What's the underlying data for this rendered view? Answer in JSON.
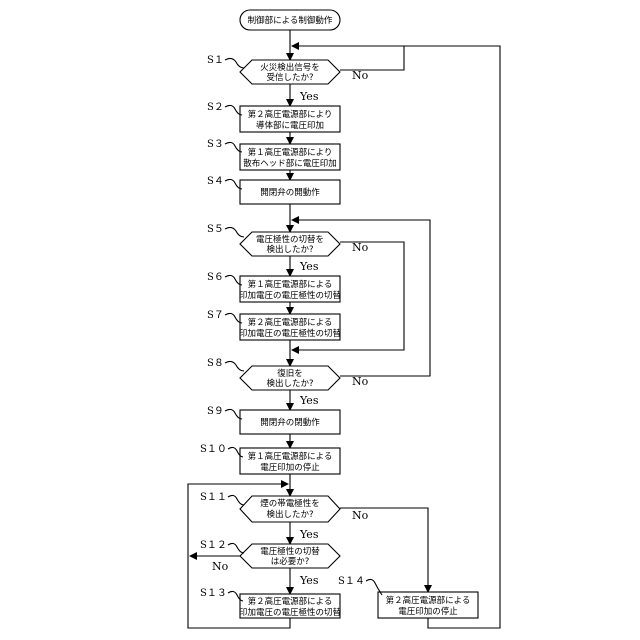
{
  "start": "制御部による制御動作",
  "steps": [
    {
      "id": "S1",
      "label": "S１",
      "line1": "火災検出信号を",
      "line2": "受信したか?"
    },
    {
      "id": "S2",
      "label": "S２",
      "line1": "第２高圧電源部により",
      "line2": "導体部に電圧印加"
    },
    {
      "id": "S3",
      "label": "S３",
      "line1": "第１高圧電源部により",
      "line2": "散布ヘッド部に電圧印加"
    },
    {
      "id": "S4",
      "label": "S４",
      "line1": "開閉弁の開動作",
      "line2": ""
    },
    {
      "id": "S5",
      "label": "S５",
      "line1": "電圧極性の切替を",
      "line2": "検出したか?"
    },
    {
      "id": "S6",
      "label": "S６",
      "line1": "第１高圧電源部による",
      "line2": "印加電圧の電圧極性の切替"
    },
    {
      "id": "S7",
      "label": "S７",
      "line1": "第２高圧電源部による",
      "line2": "印加電圧の電圧極性の切替"
    },
    {
      "id": "S8",
      "label": "S８",
      "line1": "復旧を",
      "line2": "検出したか?"
    },
    {
      "id": "S9",
      "label": "S９",
      "line1": "開閉弁の閉動作",
      "line2": ""
    },
    {
      "id": "S10",
      "label": "S１０",
      "line1": "第１高圧電源部による",
      "line2": "電圧印加の停止"
    },
    {
      "id": "S11",
      "label": "S１１",
      "line1": "煙の帯電極性を",
      "line2": "検出したか?"
    },
    {
      "id": "S12",
      "label": "S１２",
      "line1": "電圧極性の切替",
      "line2": "は必要か?"
    },
    {
      "id": "S13",
      "label": "S１３",
      "line1": "第２高圧電源部による",
      "line2": "印加電圧の電圧極性の切替"
    },
    {
      "id": "S14",
      "label": "S１４",
      "line1": "第２高圧電源部による",
      "line2": "電圧印加の停止"
    }
  ],
  "branch": {
    "yes": "Yes",
    "no": "No"
  }
}
